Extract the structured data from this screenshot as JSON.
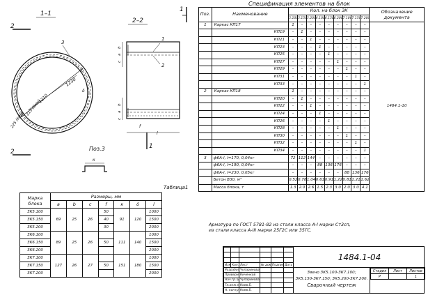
{
  "views": {
    "section_1": "1–1",
    "section_2": "2–2",
    "pos3": "Поз.3",
    "marks": {
      "m1": "1",
      "m2": "2",
      "m3": "3",
      "mK": "к"
    },
    "dims": {
      "d1230": "1230",
      "d1210": "1210",
      "d215": "215 (6мм)",
      "d225": "225 (6мм)",
      "a": "а",
      "b": "b",
      "c": "с",
      "l": "l",
      "f": "f",
      "delta": "δ"
    }
  },
  "spec": {
    "title": "Спецификация элементов на блок",
    "headers": {
      "pos": "Поз.",
      "name": "Наименование",
      "qty": "Кол. на блок ЗК",
      "doc": "Обозначение документа"
    },
    "subheaders": [
      "5.100",
      "5.150",
      "5.200",
      "6.100",
      "6.150",
      "6.200",
      "7.100",
      "7.150",
      "7.200"
    ],
    "rows": [
      {
        "pos": "1",
        "name": "Каркас КП17",
        "type": "grp",
        "q": [
          "1",
          "–",
          "–",
          "–",
          "–",
          "–",
          "–",
          "–",
          "–"
        ]
      },
      {
        "pos": "",
        "name": "КП19",
        "type": "",
        "q": [
          "–",
          "1",
          "–",
          "–",
          "–",
          "–",
          "–",
          "–",
          "–"
        ]
      },
      {
        "pos": "",
        "name": "КП21",
        "type": "",
        "q": [
          "–",
          "–",
          "1",
          "–",
          "–",
          "–",
          "–",
          "–",
          "–"
        ]
      },
      {
        "pos": "",
        "name": "КП23",
        "type": "",
        "q": [
          "–",
          "–",
          "–",
          "1",
          "–",
          "–",
          "–",
          "–",
          "–"
        ]
      },
      {
        "pos": "",
        "name": "КП25",
        "type": "",
        "q": [
          "–",
          "–",
          "–",
          "–",
          "1",
          "–",
          "–",
          "–",
          "–"
        ]
      },
      {
        "pos": "",
        "name": "КП27",
        "type": "",
        "q": [
          "–",
          "–",
          "–",
          "–",
          "–",
          "1",
          "–",
          "–",
          "–"
        ]
      },
      {
        "pos": "",
        "name": "КП29",
        "type": "",
        "q": [
          "–",
          "–",
          "–",
          "–",
          "–",
          "–",
          "1",
          "–",
          "–"
        ]
      },
      {
        "pos": "",
        "name": "КП31",
        "type": "",
        "q": [
          "–",
          "–",
          "–",
          "–",
          "–",
          "–",
          "–",
          "1",
          "–"
        ]
      },
      {
        "pos": "",
        "name": "КП33",
        "type": "",
        "q": [
          "–",
          "–",
          "–",
          "–",
          "–",
          "–",
          "–",
          "–",
          "1"
        ]
      },
      {
        "pos": "2",
        "name": "Каркас КП18",
        "type": "grp",
        "q": [
          "1",
          "–",
          "–",
          "–",
          "–",
          "–",
          "–",
          "–",
          "–"
        ]
      },
      {
        "pos": "",
        "name": "КП20",
        "type": "",
        "q": [
          "–",
          "1",
          "–",
          "–",
          "–",
          "–",
          "–",
          "–",
          "–"
        ]
      },
      {
        "pos": "",
        "name": "КП22",
        "type": "",
        "q": [
          "–",
          "–",
          "1",
          "–",
          "–",
          "–",
          "–",
          "–",
          "–"
        ]
      },
      {
        "pos": "",
        "name": "КП24",
        "type": "",
        "q": [
          "–",
          "–",
          "–",
          "1",
          "–",
          "–",
          "–",
          "–",
          "–"
        ]
      },
      {
        "pos": "",
        "name": "КП26",
        "type": "",
        "q": [
          "–",
          "–",
          "–",
          "–",
          "1",
          "–",
          "–",
          "–",
          "–"
        ]
      },
      {
        "pos": "",
        "name": "КП28",
        "type": "",
        "q": [
          "–",
          "–",
          "–",
          "–",
          "–",
          "1",
          "–",
          "–",
          "–"
        ]
      },
      {
        "pos": "",
        "name": "КП30",
        "type": "",
        "q": [
          "–",
          "–",
          "–",
          "–",
          "–",
          "–",
          "1",
          "–",
          "–"
        ]
      },
      {
        "pos": "",
        "name": "КП32",
        "type": "",
        "q": [
          "–",
          "–",
          "–",
          "–",
          "–",
          "–",
          "–",
          "1",
          "–"
        ]
      },
      {
        "pos": "",
        "name": "КП34",
        "type": "",
        "q": [
          "–",
          "–",
          "–",
          "–",
          "–",
          "–",
          "–",
          "–",
          "1"
        ]
      },
      {
        "pos": "3",
        "name": "ф6А-I, l=170, 0,04кг",
        "type": "bar",
        "q": [
          "72",
          "112",
          "144",
          "–",
          "–",
          "–",
          "–",
          "–",
          "–"
        ]
      },
      {
        "pos": "",
        "name": "ф6А-I, l=190, 0,04кг",
        "type": "bar",
        "q": [
          "–",
          "–",
          "–",
          "88",
          "136",
          "176",
          "–",
          "–",
          "–"
        ]
      },
      {
        "pos": "",
        "name": "ф6А-I, l=230, 0,05кг",
        "type": "bar",
        "q": [
          "–",
          "–",
          "–",
          "–",
          "–",
          "–",
          "88",
          "136",
          "176"
        ]
      },
      {
        "pos": "",
        "name": "Бетон В30, м³",
        "type": "bar",
        "q": [
          "0.52",
          "0.78",
          "1.04",
          "0.61",
          "0.91",
          "1.22",
          "0.81",
          "1.21",
          "1.62"
        ]
      },
      {
        "pos": "",
        "name": "Масса блока, т",
        "type": "bar",
        "q": [
          "1.3",
          "2.0",
          "2.6",
          "1.5",
          "2.3",
          "3.0",
          "2.0",
          "3.0",
          "4.1"
        ]
      }
    ],
    "doc_value": "1484.1-10"
  },
  "note": {
    "line1": "Арматура по ГОСТ 5781-82 из стали класса А-I марки Ст3сп,",
    "line2": "из стали класса А-III марки 25Г2С или 35ГС."
  },
  "dimensions": {
    "title": "Таблица1",
    "h_mark": "Марка блока",
    "h_sizes": "Размеры, мм",
    "cols": [
      "a",
      "b",
      "c",
      "f",
      "к",
      "δ",
      "l"
    ],
    "groups": [
      {
        "a": "69",
        "b": "25",
        "c": "26",
        "k": "91",
        "d": "120",
        "rows": [
          {
            "mark": "ЗК5.100",
            "f": "50",
            "l": "1000"
          },
          {
            "mark": "ЗК5.150",
            "f": "40",
            "l": "1500"
          },
          {
            "mark": "ЗК5.200",
            "f": "30",
            "l": "2000"
          }
        ]
      },
      {
        "a": "89",
        "b": "25",
        "c": "26",
        "k": "111",
        "d": "140",
        "rows": [
          {
            "mark": "ЗК6.100",
            "f": "",
            "l": "1000"
          },
          {
            "mark": "ЗК6.150",
            "f": "50",
            "l": "1500"
          },
          {
            "mark": "ЗК6.200",
            "f": "",
            "l": "2000"
          }
        ]
      },
      {
        "a": "127",
        "b": "26",
        "c": "27",
        "k": "151",
        "d": "180",
        "rows": [
          {
            "mark": "ЗК7.100",
            "f": "",
            "l": "1000"
          },
          {
            "mark": "ЗК7.150",
            "f": "50",
            "l": "1500"
          },
          {
            "mark": "ЗК7.200",
            "f": "",
            "l": "2000"
          }
        ]
      }
    ]
  },
  "stamp": {
    "code": "1484.1-04",
    "title1": "Звено ЗК5.100-ЗК7.100;",
    "title2": "ЗК5.150-ЗК7.150; ЗК5.200-ЗК7.200.",
    "title3": "Сварочный чертеж",
    "hdr": [
      "Изм.",
      "Кол.уч",
      "Лист",
      "№ док.",
      "Подпись",
      "Дата"
    ],
    "people": [
      {
        "role": "Разработал",
        "name": "Чупаринова"
      },
      {
        "role": "Проверил",
        "name": "Киченков"
      },
      {
        "role": "Нач.гр.зд",
        "name": "Чупаринова"
      },
      {
        "role": "Гл.инж.пр.",
        "name": "Коев Б."
      },
      {
        "role": "Н. контр.",
        "name": "Коев Б."
      }
    ],
    "stage_h": [
      "Стадия",
      "Лист",
      "Листов"
    ],
    "stage_v": [
      "Р",
      "",
      "1"
    ]
  }
}
